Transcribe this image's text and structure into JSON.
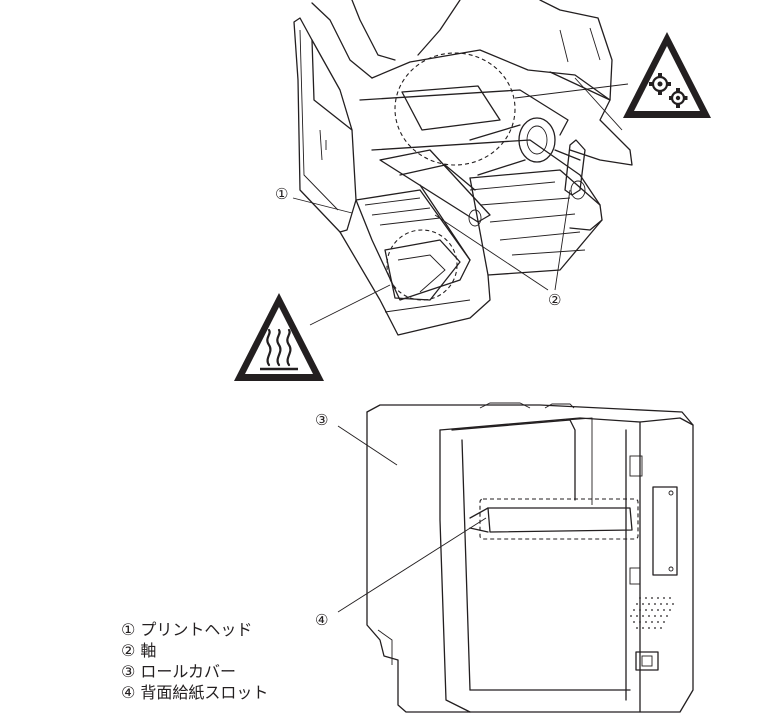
{
  "callouts": {
    "c1": "①",
    "c2": "②",
    "c3": "③",
    "c4": "④"
  },
  "icons": {
    "hot_surface": "hot-surface-warning-icon",
    "moving_parts": "moving-gears-warning-icon"
  },
  "legend": [
    "① プリントヘッド",
    "② 軸",
    "③ ロールカバー",
    "④ 背面給紙スロット"
  ]
}
